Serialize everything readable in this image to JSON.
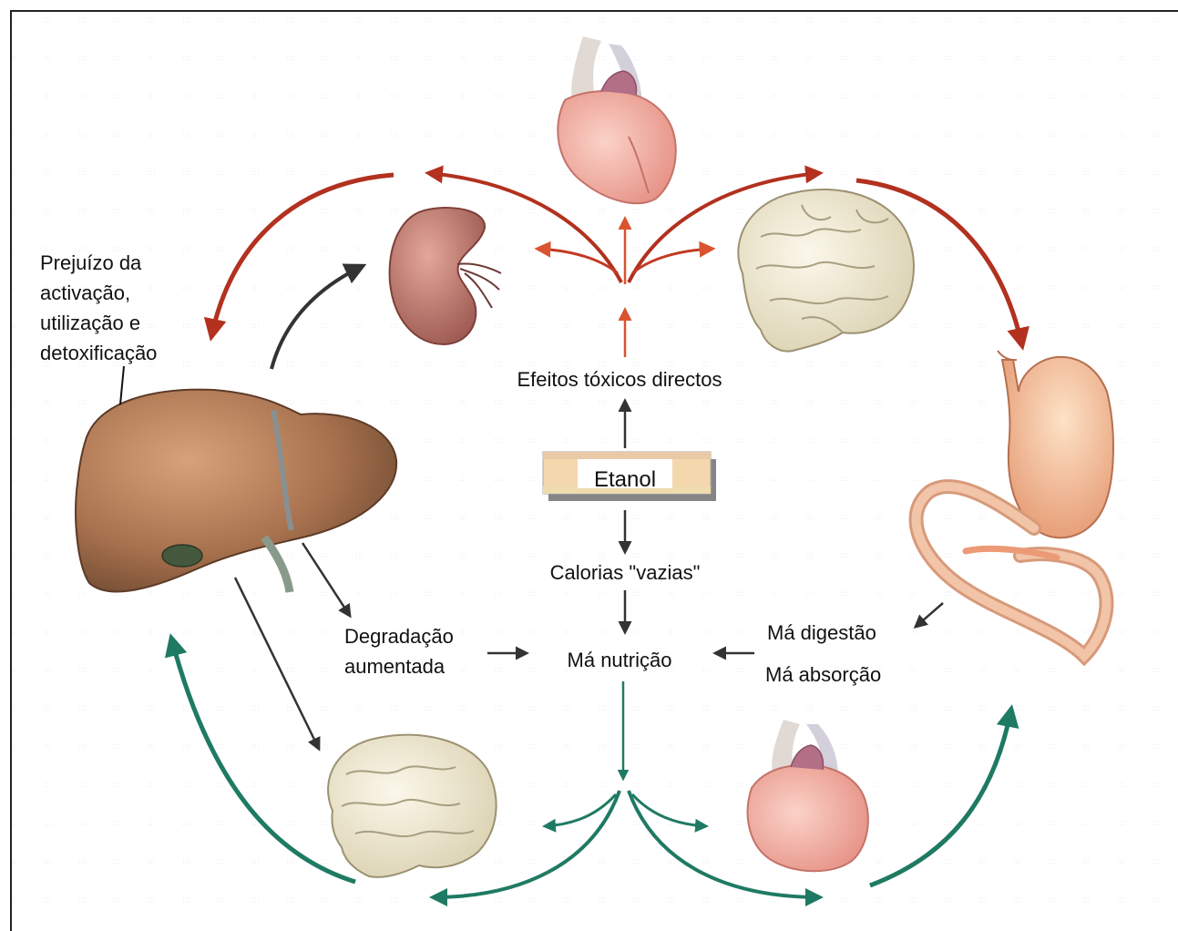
{
  "labels": {
    "liver_impairment_1": "Prejuízo da",
    "liver_impairment_2": "activação,",
    "liver_impairment_3": "utilização e",
    "liver_impairment_4": "detoxificação",
    "toxic_effects": "Efeitos tóxicos directos",
    "ethanol": "Etanol",
    "empty_calories": "Calorias \"vazias\"",
    "malnutrition": "Má nutrição",
    "degradation_1": "Degradação",
    "degradation_2": "aumentada",
    "maldigestion": "Má digestão",
    "malabsorption": "Má absorção"
  },
  "icons": [
    "heart-icon",
    "kidney-icon",
    "brain-icon",
    "liver-icon",
    "stomach-icon",
    "intestine-icon"
  ],
  "colors": {
    "toxic_arrow": "#b2311f",
    "toxic_arrow_light": "#d9542f",
    "nutrition_arrow": "#1f7a63",
    "neutral_arrow": "#333333",
    "liver": "#a9724f",
    "heart": "#f0a79d",
    "brain": "#efe7cd",
    "kidney": "#b86e63",
    "stomach": "#f2b089",
    "ethanol_box": "#f5d7ad"
  }
}
